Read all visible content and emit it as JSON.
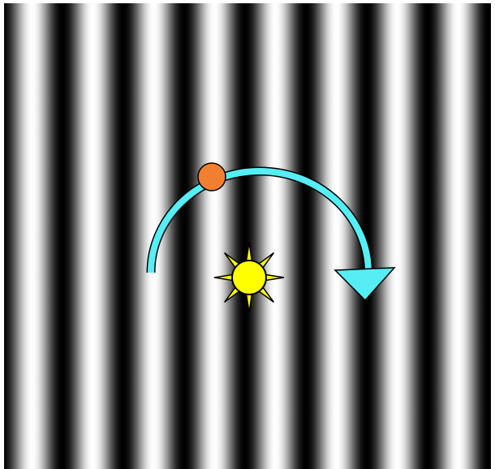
{
  "scene": {
    "background": "vertical-sinusoidal-grating",
    "grating": {
      "dark_color": "#000000",
      "light_color": "#ffffff",
      "stripe_count": 8
    },
    "sun": {
      "icon": "sun-icon",
      "fill": "#ffff00",
      "ray_count": 8
    },
    "orbit_arrow": {
      "icon": "curved-arrow-icon",
      "direction": "clockwise",
      "fill": "#55eef5"
    },
    "planet": {
      "icon": "planet-dot-icon",
      "fill": "#f08030"
    }
  }
}
